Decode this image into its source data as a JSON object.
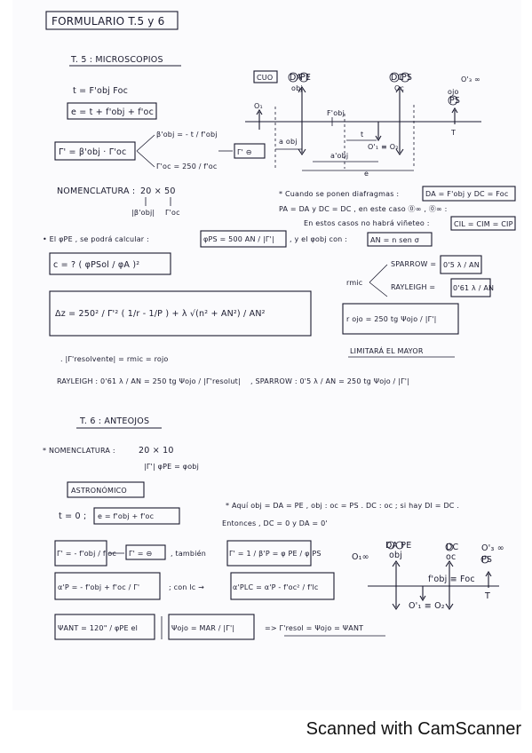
{
  "title": "FORMULARIO T.5 y 6",
  "t5": {
    "heading": "T. 5 : MICROSCOPIOS",
    "eq_t": "t = F'obj Foc",
    "eq_e": "e = t + f'obj + f'oc",
    "eq_gamma": "Γ' = β'obj · Γ'oc",
    "beta_obj": "β'obj = - t / f'obj",
    "gamma_oc": "Γ'oc = 250 / f'oc",
    "gamma_sign": "Γ' ⊖",
    "nomen_label": "NOMENCLATURA :",
    "nomen_value": "20 × 50",
    "nomen_sub1": "|β'obj|",
    "nomen_sub2": "Γ'oc",
    "diafragma_note": "* Cuando se ponen diafragmas :",
    "diafragma_box": "DA = F'obj y DC = Foc",
    "diafragma_line2": "PA = DA y DC = DC , en este caso ⓪∞ , ⓪∞ :",
    "diafragma_line3": "En estos casos no habrá viñeteo :",
    "vineteo_box": "CIL = CIM = CIP",
    "phi_note_pre": "• El φPE , se podrá calcular :",
    "phi_box": "φPS = 500 AN / |Γ'|",
    "phi_note_post": ", y el φobj con :",
    "an_box": "AN = n sen σ",
    "c_box": "c = ? ( φPSol / φA )²",
    "delta_box": "Δz = 250² / Γ'² ( 1/r - 1/P ) + λ √(n² + AN²) / AN²",
    "rmic_label": "rmic",
    "sparrow_label": "SPARROW =",
    "sparrow_frac": "0'5 λ / AN",
    "rayleigh_label": "RAYLEIGH =",
    "rayleigh_frac": "0'61 λ / AN",
    "rojo_box": "r ojo = 250 tg Ψojo / |Γ'|",
    "limitara": "LIMITARÁ EL MAYOR",
    "resolvente": ". |Γ'resolvente| = rmic = rojo",
    "rayleigh2": "RAYLEIGH : 0'61 λ / AN = 250 tg Ψojo / |Γ'resolut|",
    "sparrow2": ", SPARROW : 0'5 λ / AN = 250 tg Ψojo / |Γ'|"
  },
  "diagram1": {
    "label_cuo": "CUO",
    "label_da": "DA",
    "label_pe": "PE",
    "label_dc": "DC",
    "label_ps": "PS",
    "label_obj": "obj",
    "label_oc": "Oc",
    "label_o1": "O₁",
    "label_fobj": "F'obj",
    "label_aobj": "a obj",
    "label_t": "t",
    "label_o1o2": "O'₁ ≡ O₂",
    "label_a_obj": "a'obj",
    "label_e": "e",
    "label_o3": "O'₃ ∞",
    "label_ojo": "ojo",
    "label_ps2": "PS",
    "label_T": "T"
  },
  "t6": {
    "heading": "T. 6 : ANTEOJOS",
    "nomen_label": "* NOMENCLATURA :",
    "nomen_value": "20 × 10",
    "nomen_sub": "|Γ'|  φPE = φobj",
    "astro_box": "ASTRONÓMICO",
    "t_zero": "t = 0 ;",
    "e_box": "e = f'obj + f'oc",
    "aqui_note": "* Aquí obj = DA = PE , obj : oc = PS . DC : oc ; si hay DI = DC .",
    "entonces": "Entonces , DC = 0 y DA = 0'",
    "gamma_box": "Γ' = - f'obj / f'oc",
    "gamma_sign_box": "Γ' = ⊖",
    "tambien": ", también",
    "gamma2_box": "Γ' = 1 / β'P = φ PE / φ PS",
    "alpha_box": "α'P = - f'obj + f'oc / Γ'",
    "con_lc": "; con lc →",
    "alpha_lc_box": "α'PLC = α'P - f'oc² / f'lc",
    "psi_box": "ΨANT = 120\" / φPE el",
    "psi_ojo_box": "Ψojo = MAR / |Γ'|",
    "final": "=> Γ'resol = Ψojo = ΨANT"
  },
  "diagram2": {
    "label_o1": "O₁∞",
    "label_dape": "DA PE",
    "label_obj": "obj",
    "label_dc": "DC",
    "label_oc": "oc",
    "label_o3": "O'₃ ∞",
    "label_ps": "PS",
    "label_fobj": "f'obj ≡ Foc",
    "label_o1o2": "O'₁ ≡ O₂",
    "label_T": "T"
  },
  "footer": "Scanned with CamScanner"
}
